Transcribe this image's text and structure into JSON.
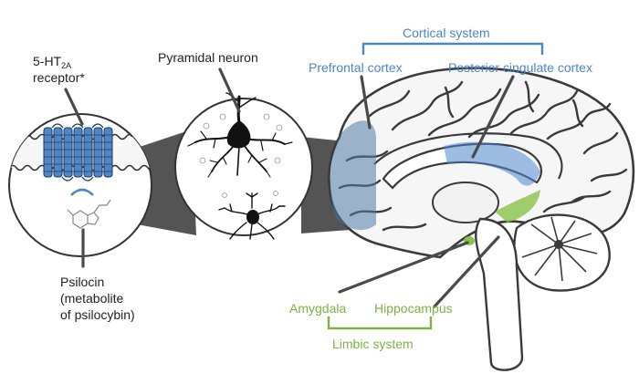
{
  "labels": {
    "receptor_main": "5-HT",
    "receptor_sub": "2A",
    "receptor_line2": "receptor*",
    "pyramidal_neuron": "Pyramidal neuron",
    "psilocin_line1": "Psilocin",
    "psilocin_line2": "(metabolite",
    "psilocin_line3": "of psilocybin)",
    "cortical_system": "Cortical system",
    "prefrontal_cortex": "Prefrontal cortex",
    "posterior_cingulate_cortex": "Posterior cingulate cortex",
    "amygdala": "Amygdala",
    "hippocampus": "Hippocampus",
    "limbic_system": "Limbic system"
  },
  "colors": {
    "cortical": "#4a86c8",
    "limbic": "#7cb342",
    "receptor": "#4f86c6",
    "outline": "#3a3a3a",
    "pointer": "#4a4a4a"
  }
}
